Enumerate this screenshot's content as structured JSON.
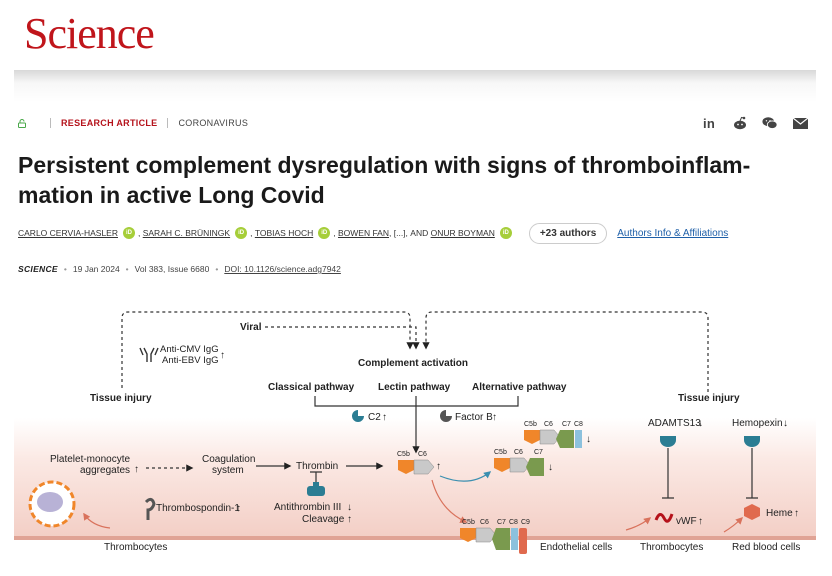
{
  "header": {
    "brand": "Science"
  },
  "article_meta": {
    "section": "RESEARCH ARTICLE",
    "topic": "CORONAVIRUS"
  },
  "share_icons": [
    "linkedin-icon",
    "reddit-icon",
    "wechat-icon",
    "email-icon"
  ],
  "title": "Persistent complement dysregulation with signs of thromboinflam-mation in active Long Covid",
  "authors": {
    "list": [
      "CARLO CERVIA-HASLER",
      "SARAH C. BRÜNINGK",
      "TOBIAS HOCH",
      "BOWEN FAN",
      "[...]",
      "AND",
      "ONUR BOYMAN"
    ],
    "more": "+23 authors",
    "affiliations": "Authors Info & Affiliations"
  },
  "citation": {
    "journal": "SCIENCE",
    "date": "19 Jan 2024",
    "volume": "Vol 383, Issue 6680",
    "doi": "DOI: 10.1126/science.adg7942"
  },
  "figure": {
    "viral": "Viral",
    "anti_cmv": "Anti-CMV IgG",
    "anti_ebv": "Anti-EBV IgG",
    "tissue_injury_left": "Tissue injury",
    "tissue_injury_right": "Tissue injury",
    "complement_activation": "Complement activation",
    "classical": "Classical pathway",
    "lectin": "Lectin pathway",
    "alternative": "Alternative pathway",
    "c2": "C2",
    "factor_b": "Factor B",
    "adamts13": "ADAMTS13",
    "hemopexin": "Hemopexin",
    "platelet_monocyte_1": "Platelet-monocyte",
    "platelet_monocyte_2": "aggregates",
    "coagulation_1": "Coagulation",
    "coagulation_2": "system",
    "thrombin": "Thrombin",
    "antithrombin": "Antithrombin III",
    "cleavage": "Cleavage",
    "thrombospondin": "Thrombospondin-1",
    "vwf": "vWF",
    "heme": "Heme",
    "thrombocytes_left": "Thrombocytes",
    "endothelial": "Endothelial cells",
    "thrombocytes_right": "Thrombocytes",
    "red_blood_cells": "Red blood cells",
    "c5b": "C5b",
    "c6": "C6",
    "c7": "C7",
    "c8": "C8",
    "c9": "C9",
    "up": "↑",
    "down": "↓"
  },
  "colors": {
    "brand": "#c0151b",
    "section": "#b5121b",
    "orcid": "#a6ce39",
    "link": "#1e5fa8",
    "tissue_band": "#f6d9d2",
    "c5b": "#f0862a",
    "c6": "#c9c9c9",
    "c7": "#7a9a4e",
    "c8": "#8cc1dd",
    "c9": "#e06a4e",
    "teal": "#2b7d93"
  }
}
